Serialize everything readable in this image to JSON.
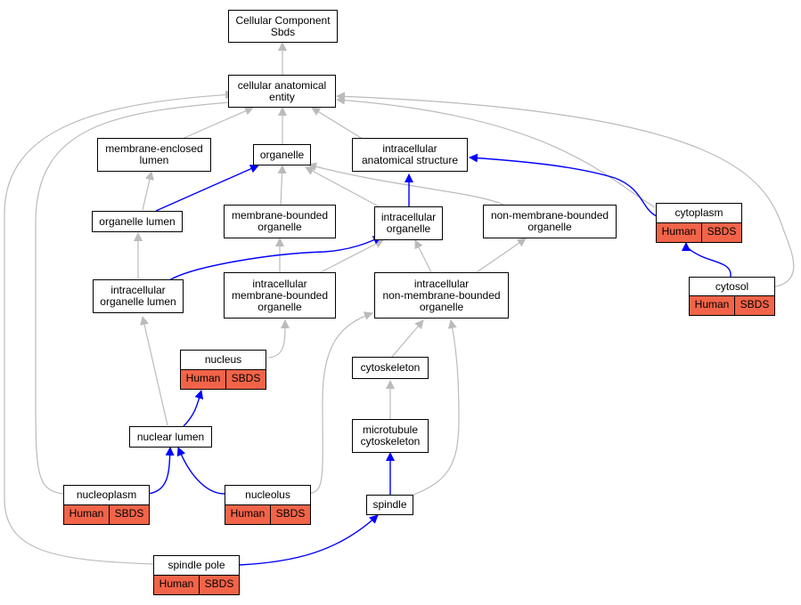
{
  "colors": {
    "is_a_edge": "#bbbbbb",
    "part_of_edge": "#0000ff",
    "annotated": "#f26449"
  },
  "nodes": {
    "cc_sbds": "Cellular Component\nSbds",
    "cae": "cellular anatomical\nentity",
    "mel": "membrane-enclosed\nlumen",
    "organelle": "organelle",
    "ias": "intracellular\nanatomical structure",
    "olumen": "organelle lumen",
    "mbo": "membrane-bounded\norganelle",
    "io": "intracellular\norganelle",
    "nmbo": "non-membrane-bounded\norganelle",
    "cytoplasm": "cytoplasm",
    "iol": "intracellular\norganelle lumen",
    "imbo": "intracellular\nmembrane-bounded\norganelle",
    "inmbo": "intracellular\nnon-membrane-bounded\norganelle",
    "cytosol": "cytosol",
    "nucleus": "nucleus",
    "cytoskeleton": "cytoskeleton",
    "nlumen": "nuclear lumen",
    "mtcyto": "microtubule\ncytoskeleton",
    "nucleoplasm": "nucleoplasm",
    "nucleolus": "nucleolus",
    "spindle": "spindle",
    "spole": "spindle pole"
  },
  "annotations": {
    "cytoplasm": [
      "Human",
      "SBDS"
    ],
    "cytosol": [
      "Human",
      "SBDS"
    ],
    "nucleus": [
      "Human",
      "SBDS"
    ],
    "nucleoplasm": [
      "Human",
      "SBDS"
    ],
    "nucleolus": [
      "Human",
      "SBDS"
    ],
    "spole": [
      "Human",
      "SBDS"
    ]
  }
}
